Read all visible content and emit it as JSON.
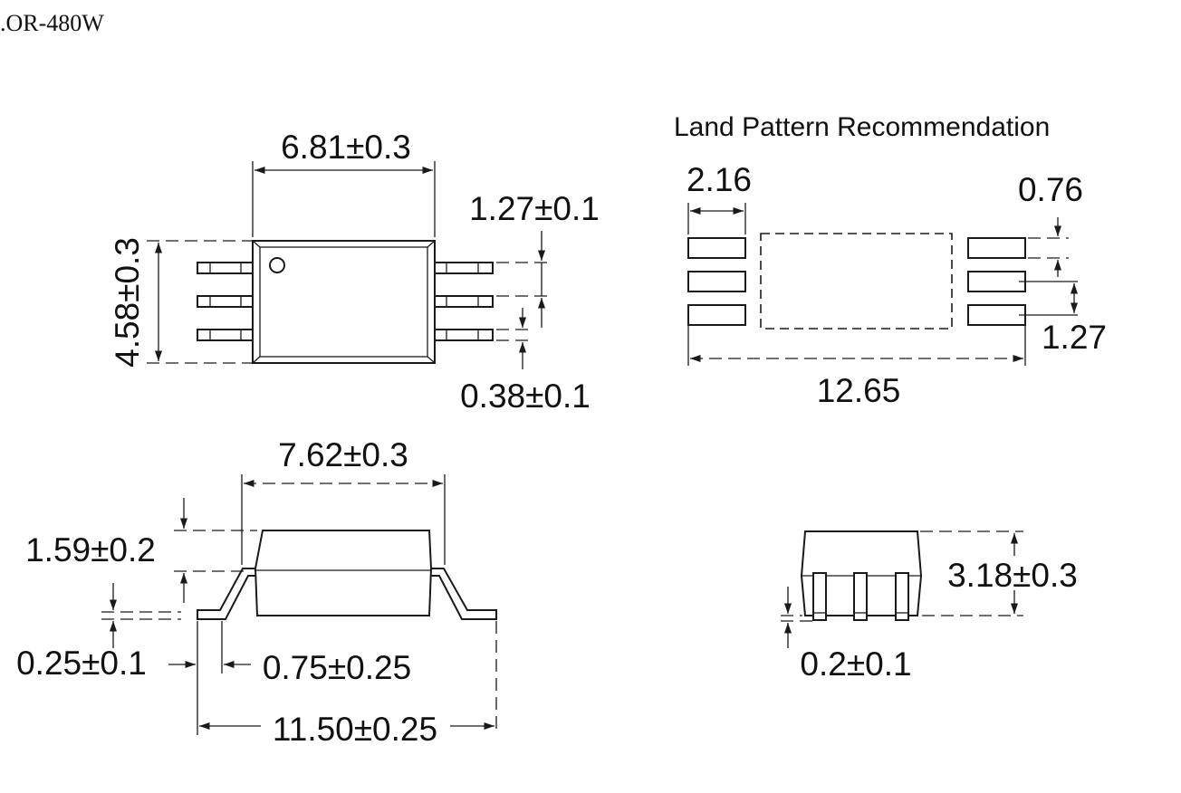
{
  "part_number": ".OR-480W",
  "land_pattern": {
    "heading": "Land Pattern Recommendation",
    "pad_width": "2.16",
    "pad_height": "0.76",
    "pad_pitch": "1.27",
    "overall_length": "12.65"
  },
  "top_view": {
    "body_width": "6.81±0.3",
    "body_height": "4.58±0.3",
    "lead_pitch": "1.27±0.1",
    "lead_width": "0.38±0.1"
  },
  "side_view": {
    "body_length": "7.62±0.3",
    "standoff_height": "1.59±0.2",
    "lead_thickness": "0.25±0.1",
    "lead_foot": "0.75±0.25",
    "overall_length": "11.50±0.25"
  },
  "end_view": {
    "package_height": "3.18±0.3",
    "lead_standoff": "0.2±0.1"
  }
}
